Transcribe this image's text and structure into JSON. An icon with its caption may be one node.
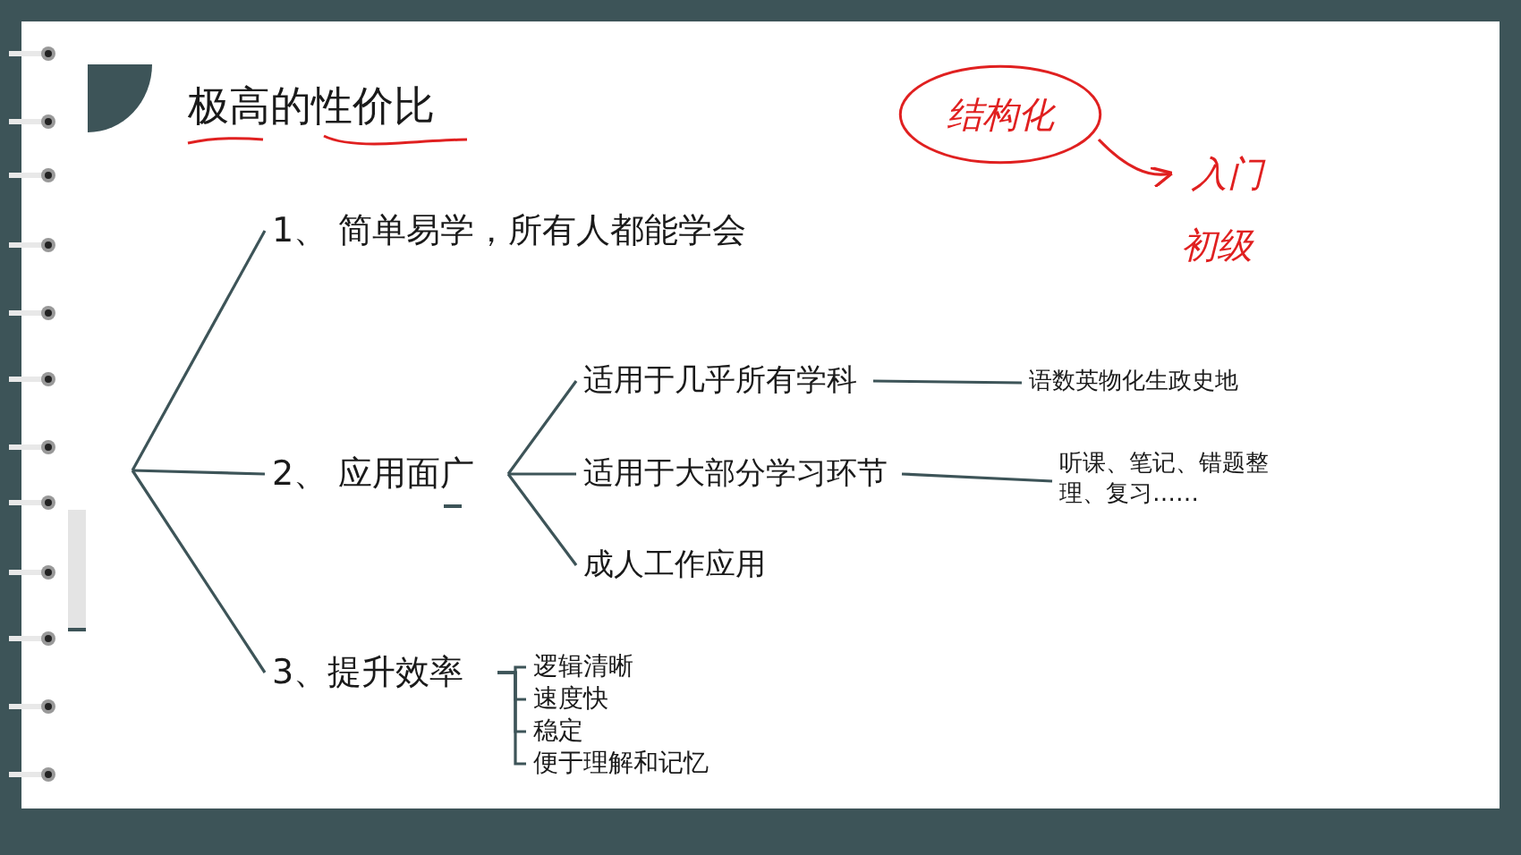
{
  "diagram": {
    "title": "极高的性价比",
    "nodes": [
      {
        "text": [
          "1、 简单易学，所有人都能学会"
        ]
      },
      {
        "text": [
          "2、 应用面广"
        ]
      },
      {
        "text": [
          "3、提升效率"
        ]
      },
      {
        "text": [
          "适用于几乎所有学科"
        ]
      },
      {
        "text": [
          "适用于大部分学习环节"
        ]
      },
      {
        "text": [
          "成人工作应用"
        ]
      },
      {
        "text": [
          "语数英物化生政史地"
        ]
      },
      {
        "text": [
          "听课、笔记、错题整理、复习……"
        ]
      },
      {
        "text": [
          "逻辑清晰"
        ]
      },
      {
        "text": [
          "速度快"
        ]
      },
      {
        "text": [
          "稳定"
        ]
      },
      {
        "text": [
          "便于理解和记忆"
        ]
      },
      {
        "text": [
          "结构化"
        ]
      },
      {
        "text": [
          "入门"
        ]
      },
      {
        "text": [
          "初级"
        ]
      }
    ],
    "edges": [
      {
        "from": null,
        "to": 0,
        "arrow": "none"
      },
      {
        "from": null,
        "to": 1,
        "arrow": "none"
      },
      {
        "from": null,
        "to": 2,
        "arrow": "none"
      },
      {
        "from": 1,
        "to": 3,
        "arrow": "none"
      },
      {
        "from": 1,
        "to": 4,
        "arrow": "none"
      },
      {
        "from": 1,
        "to": 5,
        "arrow": "none"
      },
      {
        "from": 3,
        "to": 6,
        "arrow": "none"
      },
      {
        "from": 4,
        "to": 7,
        "arrow": "none"
      },
      {
        "from": 2,
        "to": 8,
        "arrow": "none"
      },
      {
        "from": 2,
        "to": 9,
        "arrow": "none"
      },
      {
        "from": 2,
        "to": 10,
        "arrow": "none"
      },
      {
        "from": 2,
        "to": 11,
        "arrow": "none"
      },
      {
        "from": 12,
        "to": 13,
        "arrow": "to",
        "color": "#e02020"
      }
    ]
  }
}
